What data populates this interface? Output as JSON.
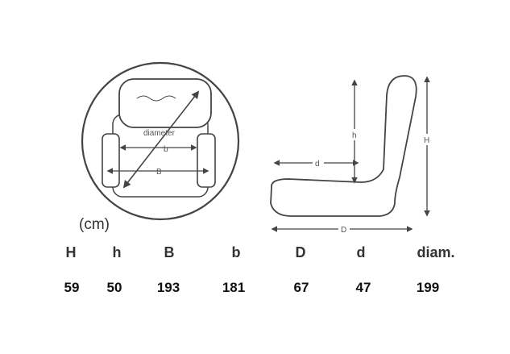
{
  "unit_label": "(cm)",
  "labels": {
    "diameter": "diameter",
    "b": "b",
    "B": "B",
    "h": "h",
    "H": "H",
    "d": "d",
    "D": "D"
  },
  "table": {
    "headers": [
      "H",
      "h",
      "B",
      "b",
      "D",
      "d",
      "diam."
    ],
    "values": [
      "59",
      "50",
      "193",
      "181",
      "67",
      "47",
      "199"
    ]
  }
}
